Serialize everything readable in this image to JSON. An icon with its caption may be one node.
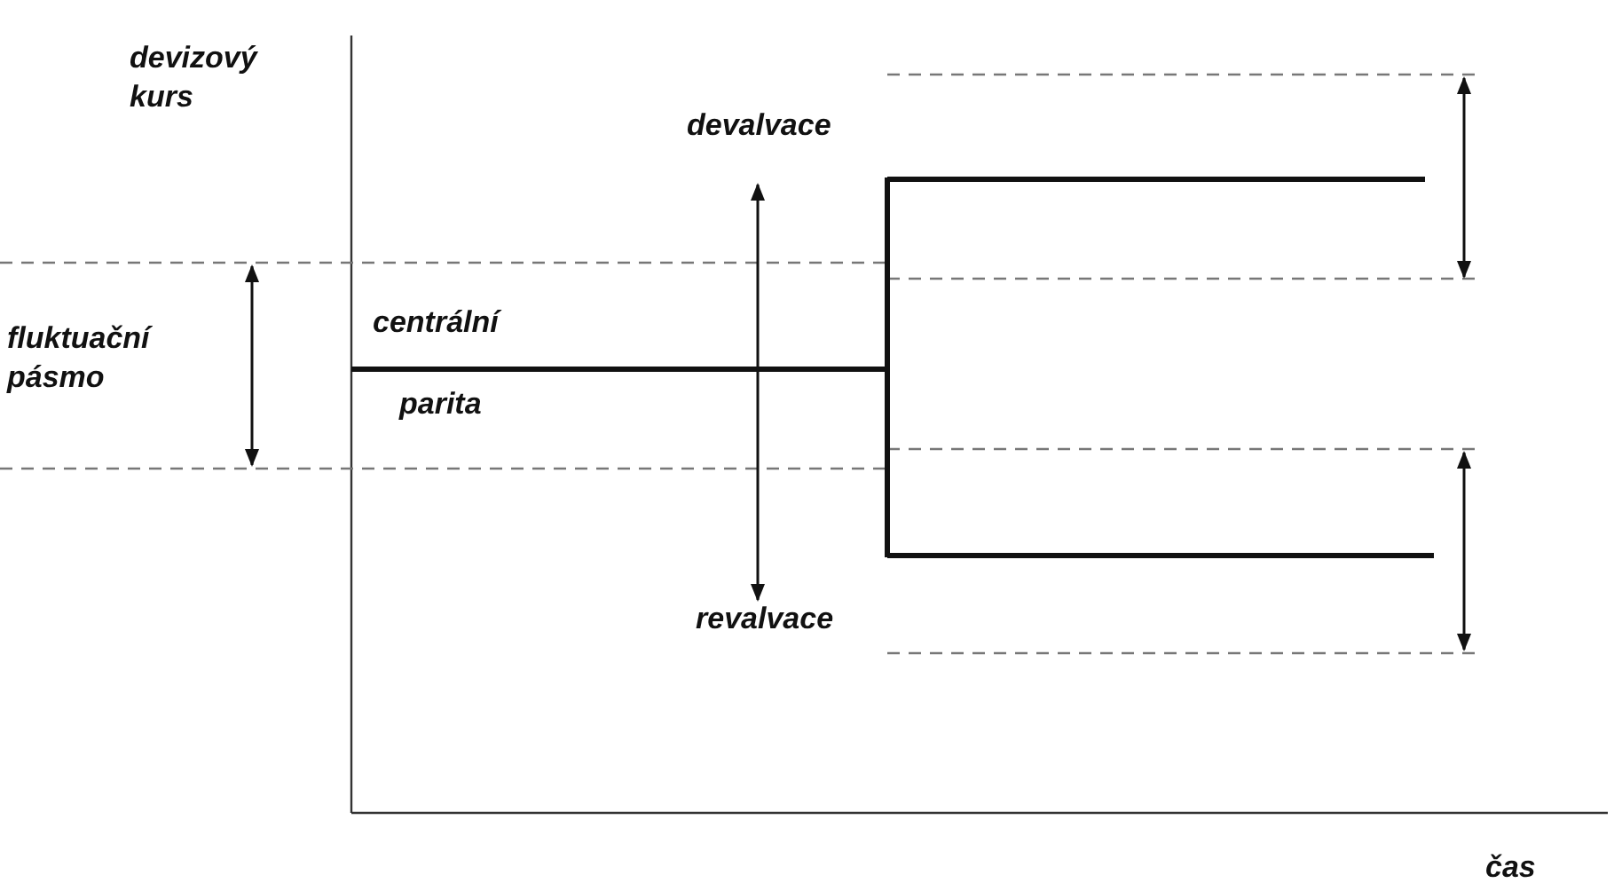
{
  "diagram": {
    "labels": [
      "devizový kurs",
      "fluktuační pásmo",
      "centrální",
      "parita",
      "devalvace",
      "revalvace",
      "čas"
    ]
  }
}
